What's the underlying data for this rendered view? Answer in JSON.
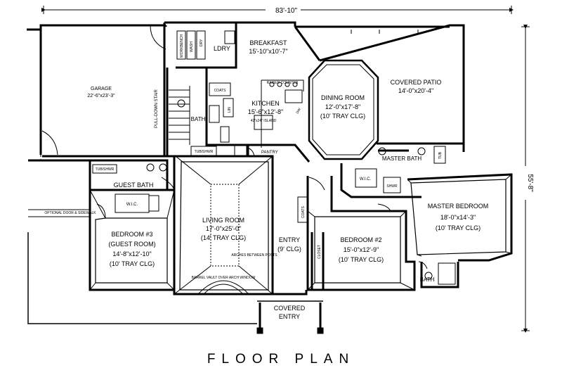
{
  "dimensions": {
    "width": "83'-10\"",
    "depth": "55'-8\""
  },
  "rooms": {
    "garage": {
      "name": "GARAGE",
      "size": "22'-6\"x23'-3\""
    },
    "laundry": {
      "name": "LDRY",
      "washer": "WASH",
      "dryer": "DRY",
      "bench": "WORKBENCH"
    },
    "breakfast": {
      "name": "BREAKFAST",
      "size": "15'-10\"x10'-7\""
    },
    "kitchen": {
      "name": "KITCHEN",
      "size": "15'-6\"x12'-8\"",
      "island": "42\"x24\" ISLAND",
      "counter": "RAISED COUNTER",
      "pantry": "PANTRY",
      "dw": "DW"
    },
    "dining": {
      "name": "DINING ROOM",
      "size": "12'-0\"x17'-8\"",
      "ceiling": "(10' TRAY CLG)"
    },
    "patio": {
      "name": "COVERED PATIO",
      "size": "14'-0\"x20'-4\""
    },
    "bath_main": {
      "name": "BATH",
      "tub": "TUB/SHWR",
      "coats": "COATS",
      "linen": "LIN"
    },
    "stair": {
      "name": "PULL-DOWN STAIR"
    },
    "guest_bath": {
      "name": "GUEST BATH",
      "tub": "TUB/SHWR"
    },
    "master_bath": {
      "name": "MASTER BATH",
      "shower": "SHWR",
      "tub": "TUB"
    },
    "wic": "W.I.C.",
    "bedroom3": {
      "name": "BEDROOM #3",
      "sub": "(GUEST ROOM)",
      "size": "14'-8\"x12'-10\"",
      "ceiling": "(10' TRAY CLG)"
    },
    "living": {
      "name": "LIVING ROOM",
      "size": "17'-0\"x25'-0\"",
      "ceiling": "(14' TRAY CLG)",
      "arches": "ARCHES BETWEEN POSTS",
      "barrel": "BARREL VAULT OVER ARCH WINDOW"
    },
    "entry": {
      "name": "ENTRY",
      "ceiling": "(9' CLG)"
    },
    "bedroom2": {
      "name": "BEDROOM #2",
      "size": "15'-0\"x12'-9\"",
      "ceiling": "(10' TRAY CLG)"
    },
    "master": {
      "name": "MASTER BEDROOM",
      "size": "18'-0\"x14'-3\"",
      "ceiling": "(10' TRAY CLG)"
    },
    "master_bath2": {
      "name": "BATH"
    },
    "covered_entry": {
      "line1": "COVERED",
      "line2": "ENTRY"
    },
    "optional_door": "OPTIONAL DOOR & SIDEWALK",
    "closet": "CLOSET",
    "coats2": "COATS"
  },
  "caption": "FLOOR PLAN"
}
